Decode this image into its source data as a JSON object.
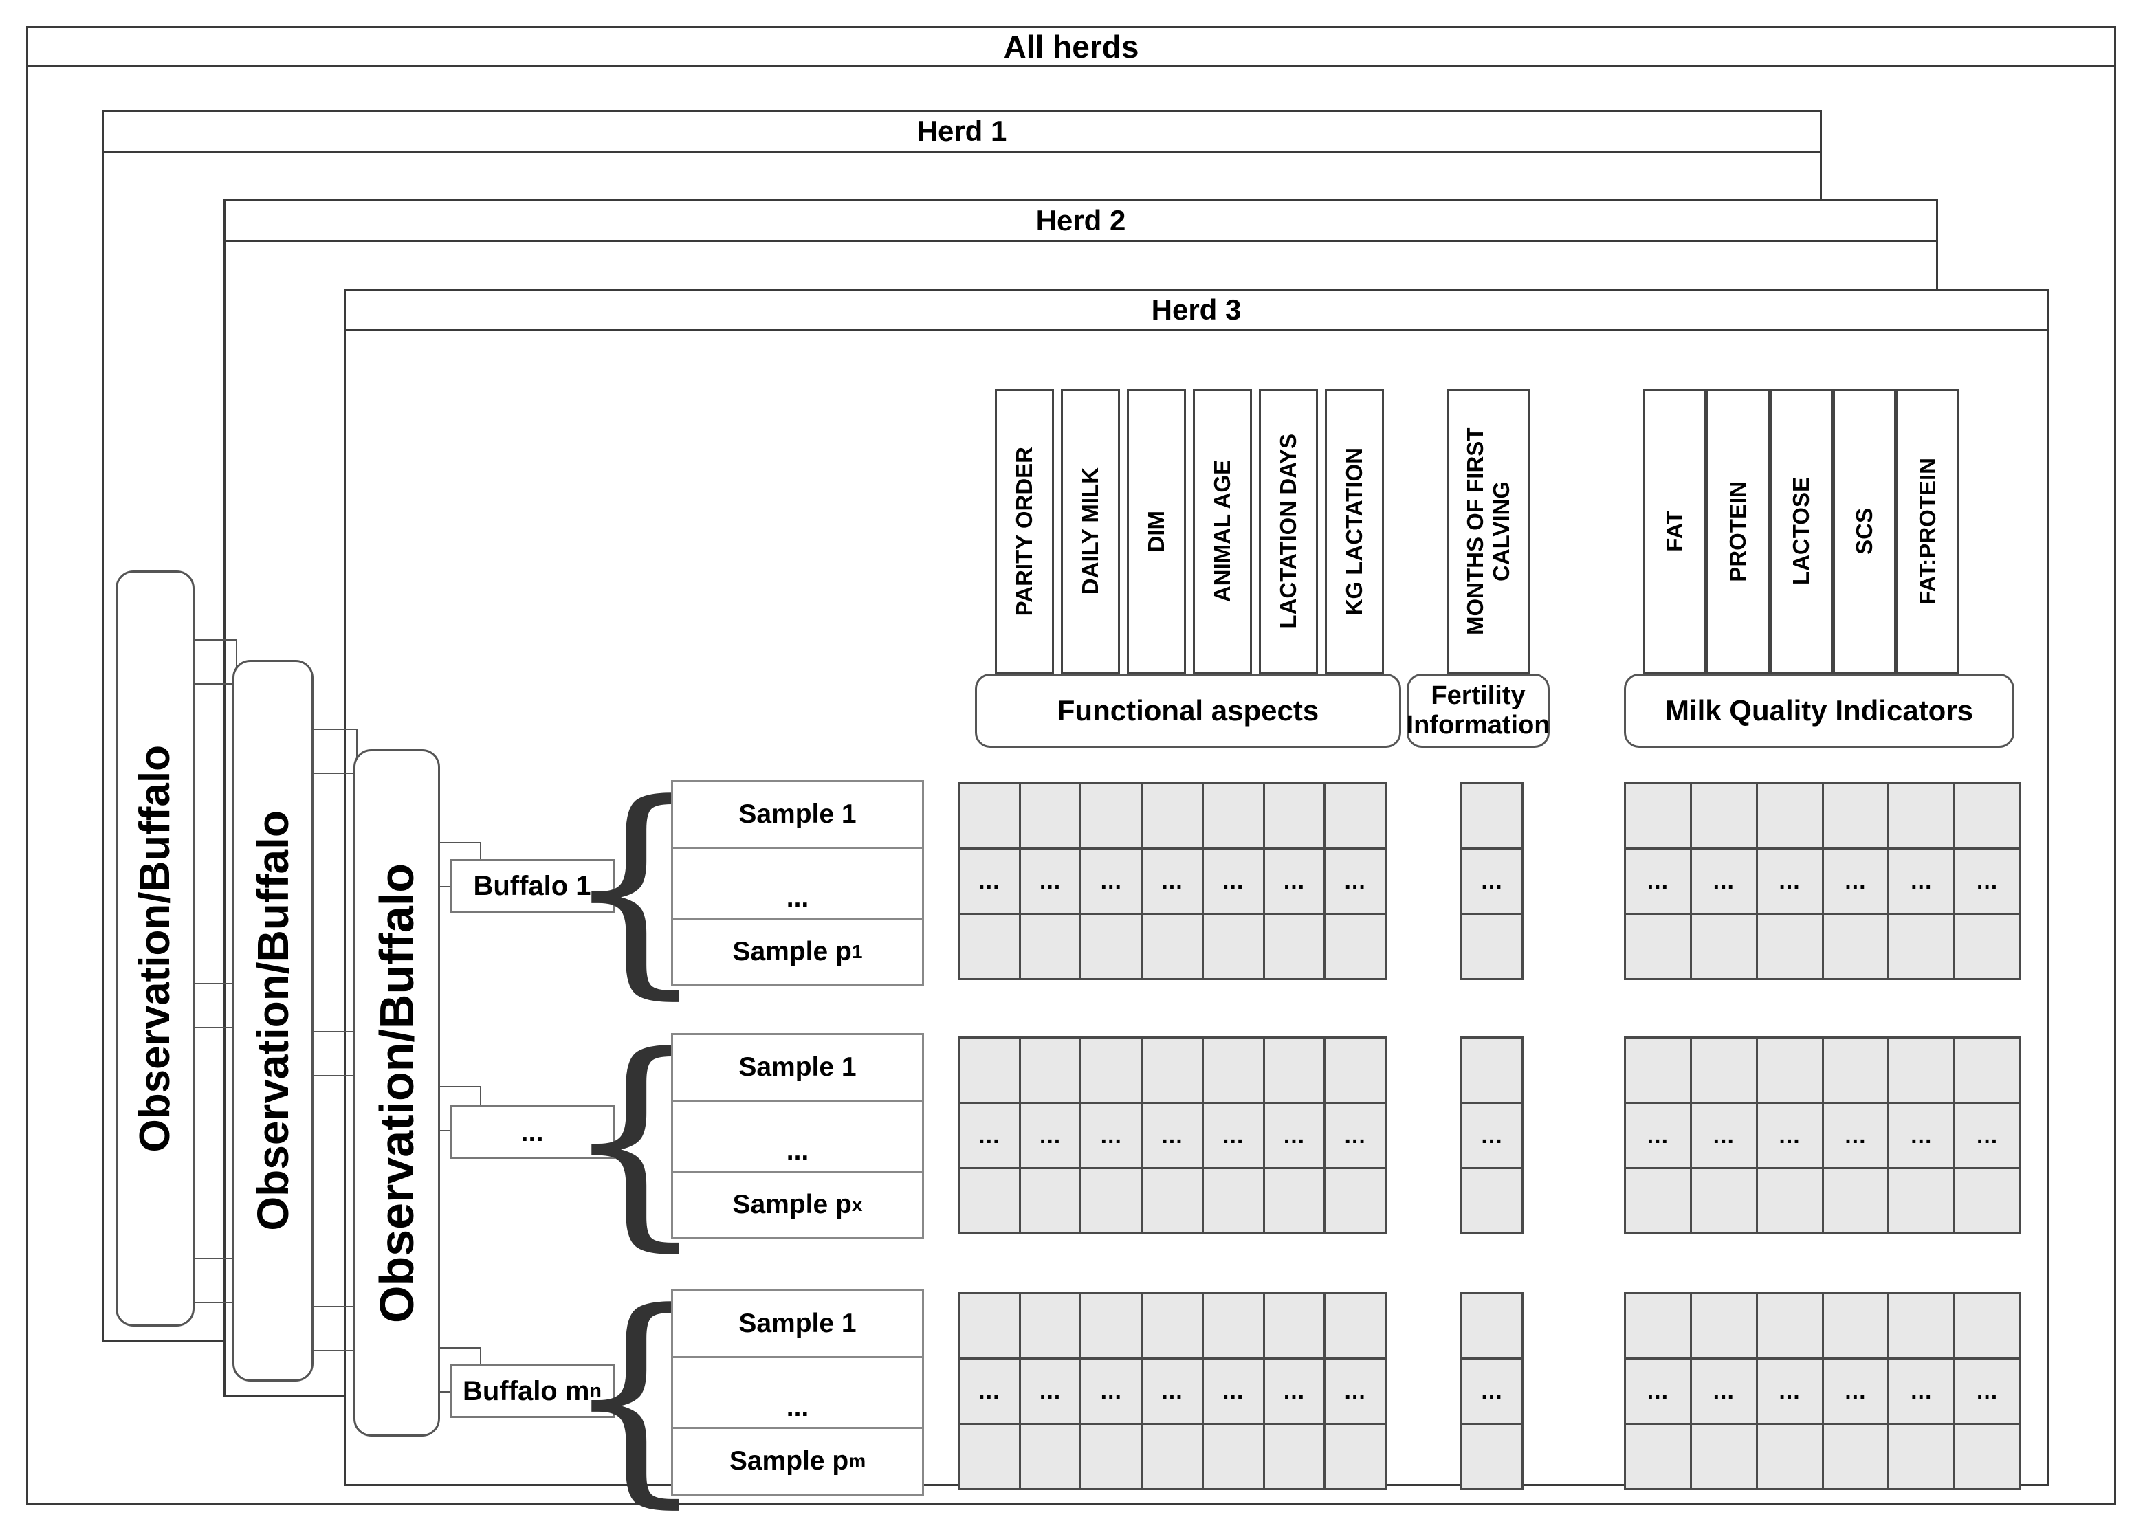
{
  "diagram": {
    "title": "All herds",
    "herds": [
      {
        "label": "Herd 1"
      },
      {
        "label": "Herd 2"
      },
      {
        "label": "Herd 3"
      }
    ],
    "observation_label": "Observation/Buffalo",
    "ellipsis": "...",
    "buffalo_rows": [
      {
        "buffalo_label": "Buffalo 1",
        "samples": {
          "first": "Sample 1",
          "middle": "...",
          "last_prefix": "Sample p",
          "last_sub": "1"
        }
      },
      {
        "buffalo_label": "...",
        "samples": {
          "first": "Sample 1",
          "middle": "...",
          "last_prefix": "Sample p",
          "last_sub": "x"
        }
      },
      {
        "buffalo_label_prefix": "Buffalo m",
        "buffalo_label_sub": "n",
        "samples": {
          "first": "Sample 1",
          "middle": "...",
          "last_prefix": "Sample p",
          "last_sub": "m"
        }
      }
    ],
    "groups": [
      {
        "name": "Functional aspects",
        "columns": [
          "PARITY ORDER",
          "DAILY MILK",
          "DIM",
          "ANIMAL AGE",
          "LACTATION DAYS",
          "KG LACTATION"
        ],
        "grid_columns": 7,
        "grid_rows": 3
      },
      {
        "name": "Fertility\nInformation",
        "name_line1": "Fertility",
        "name_line2": "Information",
        "columns": [
          "MONTHS OF FIRST CALVING"
        ],
        "grid_columns": 1,
        "grid_rows": 3
      },
      {
        "name": "Milk Quality Indicators",
        "columns": [
          "FAT",
          "PROTEIN",
          "LACTOSE",
          "SCS",
          "FAT:PROTEIN"
        ],
        "grid_columns": 6,
        "grid_rows": 3
      }
    ],
    "colors": {
      "frame_border": "#3a3a3a",
      "cell_fill": "#e8e8e8",
      "cell_border": "#4a4a4a",
      "box_border": "#555555",
      "text": "#000000",
      "background": "#ffffff"
    }
  }
}
